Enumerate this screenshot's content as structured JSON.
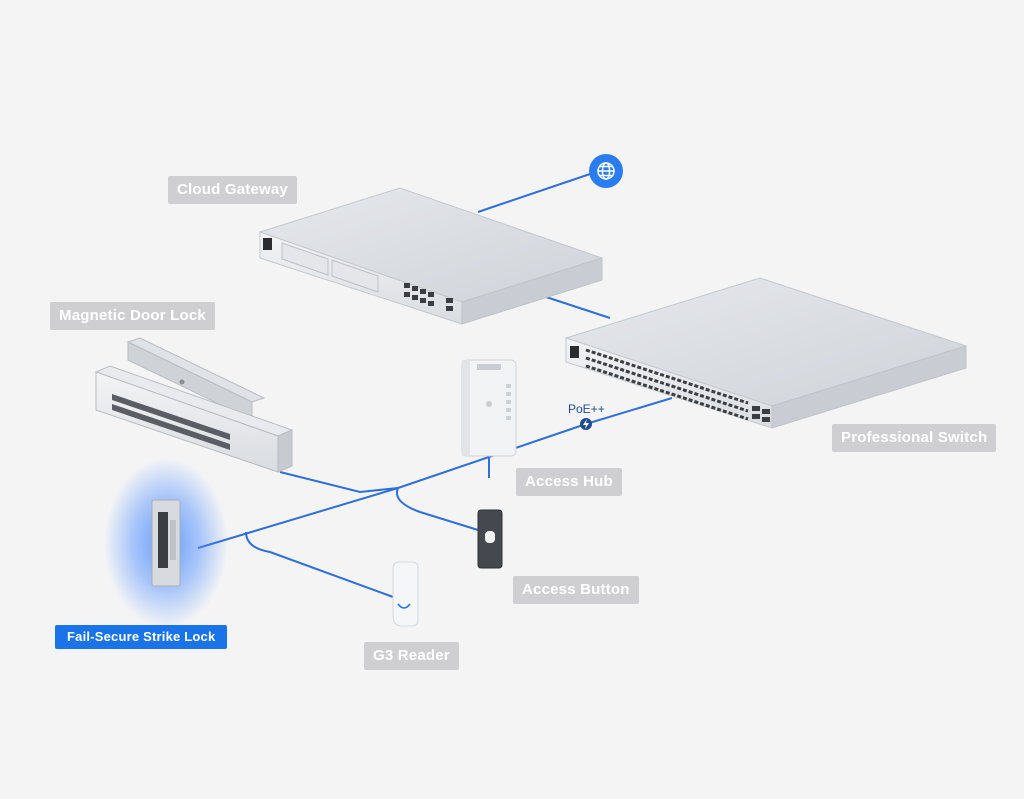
{
  "labels": {
    "cloud_gateway": "Cloud Gateway",
    "magnetic_door_lock": "Magnetic Door Lock",
    "professional_switch": "Professional Switch",
    "access_hub": "Access Hub",
    "access_button": "Access Button",
    "fail_secure_strike_lock": "Fail-Secure Strike Lock",
    "g3_reader": "G3 Reader",
    "poe": "PoE++"
  },
  "icons": {
    "internet": "globe-icon",
    "poe": "power-bolt-icon"
  },
  "colors": {
    "background": "#f4f4f5",
    "cable": "#2f6fd6",
    "label_bg": "#cfcfd1",
    "active_label_bg": "#1a73e8",
    "highlight_glow": "#4d8dff",
    "globe_badge": "#2a7df0"
  },
  "selected_device": "fail_secure_strike_lock"
}
